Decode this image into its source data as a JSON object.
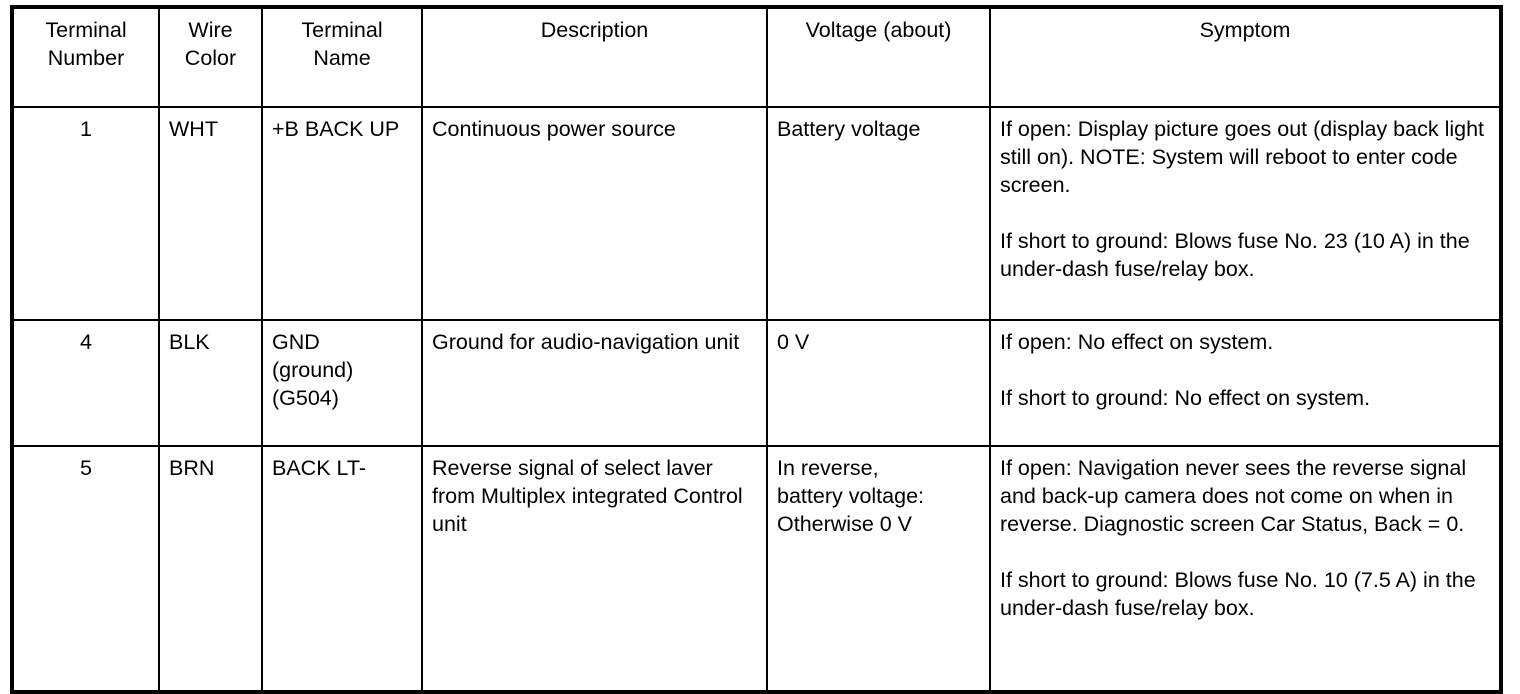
{
  "table": {
    "headers": [
      "Terminal\nNumber",
      "Wire\nColor",
      "Terminal\nName",
      "Description",
      "Voltage (about)",
      "Symptom"
    ],
    "rows": [
      {
        "terminal_number": "1",
        "wire_color": "WHT",
        "terminal_name": "+B BACK UP",
        "description": "Continuous power source",
        "voltage": "Battery voltage",
        "symptom_paragraphs": [
          "If open: Display picture goes out (display back light still on). NOTE: System will reboot to enter code screen.",
          "If short to ground: Blows fuse No. 23 (10 A) in the under-dash fuse/relay box."
        ]
      },
      {
        "terminal_number": "4",
        "wire_color": "BLK",
        "terminal_name": "GND\n(ground)\n(G504)",
        "description": "Ground for audio-navigation unit",
        "voltage": "0 V",
        "symptom_paragraphs": [
          "If open: No effect on system.",
          "If short to ground: No effect on system."
        ]
      },
      {
        "terminal_number": "5",
        "wire_color": "BRN",
        "terminal_name": "BACK LT-",
        "description": "Reverse signal of select laver from Multiplex integrated Control unit",
        "voltage": "In reverse,\nbattery voltage:\nOtherwise 0 V",
        "symptom_paragraphs": [
          "If open: Navigation never sees the reverse signal and back-up camera does not come on when in reverse. Diagnostic screen Car Status, Back = 0.",
          "If short to ground: Blows fuse No. 10 (7.5 A) in the under-dash fuse/relay box."
        ]
      }
    ]
  }
}
